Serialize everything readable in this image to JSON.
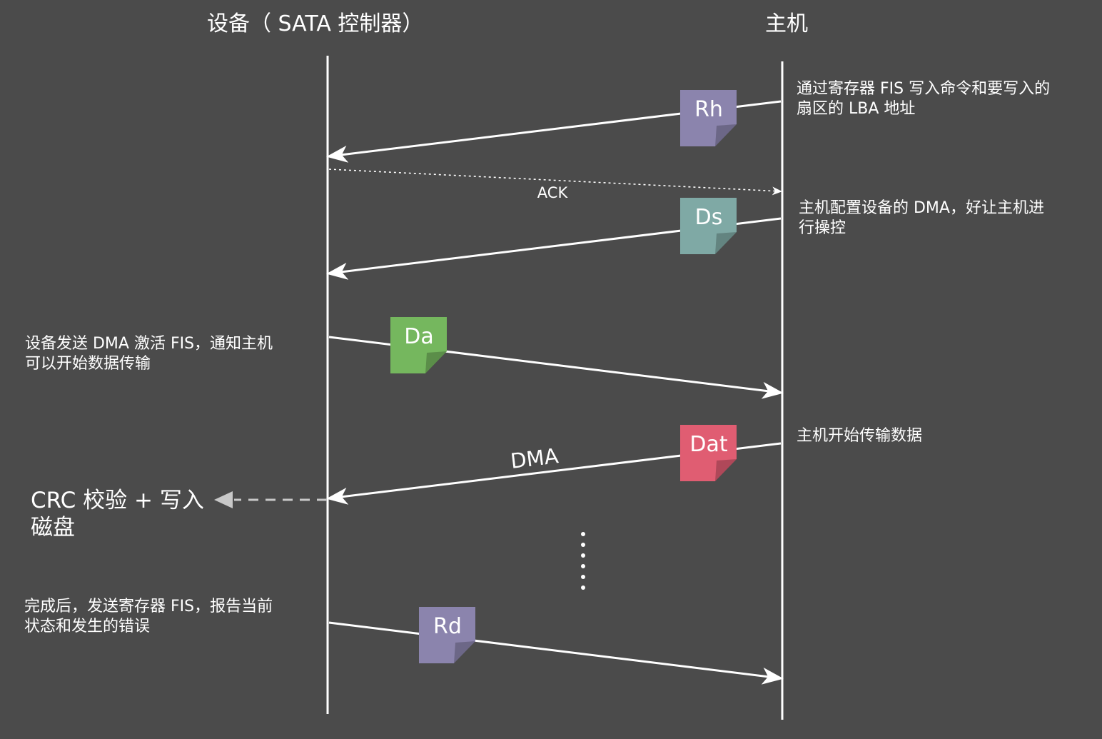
{
  "participants": {
    "device": "设备（ SATA 控制器）",
    "host": "主机"
  },
  "frames": {
    "rh": {
      "label": "Rh",
      "color": "#8b84ad"
    },
    "ds": {
      "label": "Ds",
      "color": "#7fa9a5"
    },
    "da": {
      "label": "Da",
      "color": "#75b75e"
    },
    "dat": {
      "label": "Dat",
      "color": "#e05d72"
    },
    "rd": {
      "label": "Rd",
      "color": "#8b84ad"
    }
  },
  "messages": {
    "ack": "ACK",
    "dma": "DMA"
  },
  "notes": {
    "rh_note": [
      "通过寄存器 FIS 写入命令和要写入的",
      "扇区的 LBA 地址"
    ],
    "ds_note": [
      "主机配置设备的 DMA，好让主机进",
      "行操控"
    ],
    "da_note": [
      "设备发送 DMA 激活 FIS，通知主机",
      "可以开始数据传输"
    ],
    "dat_note": [
      "主机开始传输数据"
    ],
    "crc_note": [
      "CRC 校验 + 写入",
      "磁盘"
    ],
    "rd_note": [
      "完成后，发送寄存器 FIS，报告当前",
      "状态和发生的错误"
    ]
  },
  "colors": {
    "background": "#4b4b4b",
    "line": "#ffffff",
    "dashed_arrow": "#c8c8c8"
  }
}
